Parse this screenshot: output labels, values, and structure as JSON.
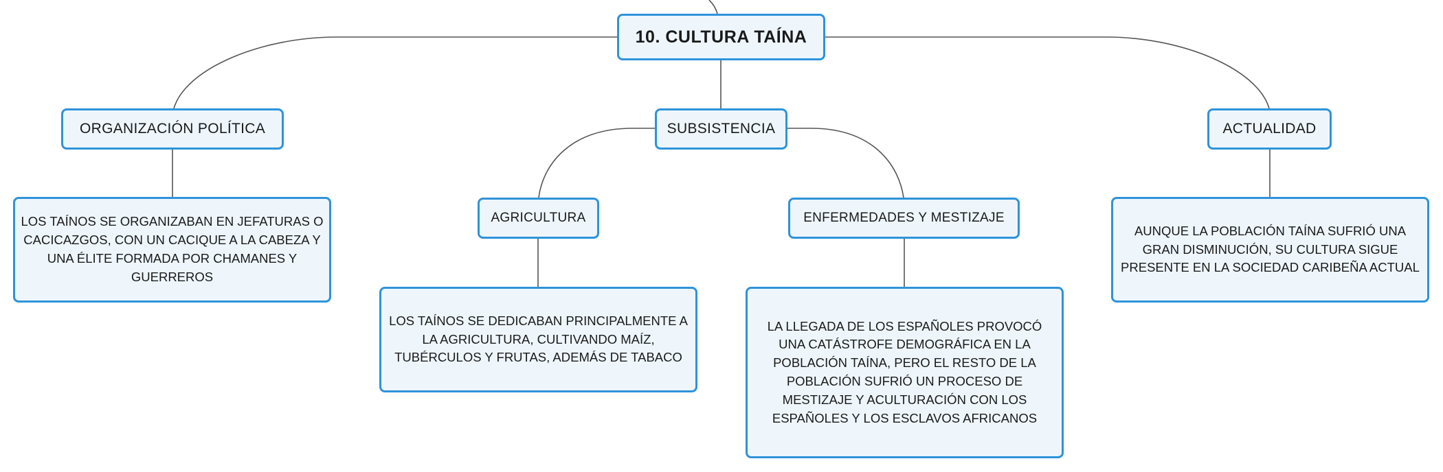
{
  "colors": {
    "node_border": "#2e93da",
    "node_fill": "#eef6fc",
    "connector": "#555555",
    "text": "#1a1a1a"
  },
  "root": {
    "label": "10. CULTURA TAÍNA"
  },
  "topics": {
    "organizacion": {
      "label": "ORGANIZACIÓN POLÍTICA",
      "description": "LOS TAÍNOS SE ORGANIZABAN EN JEFATURAS O CACICAZGOS, CON UN CACIQUE A LA CABEZA Y UNA ÉLITE FORMADA POR CHAMANES Y GUERREROS"
    },
    "subsistencia": {
      "label": "SUBSISTENCIA",
      "agricultura": {
        "label": "AGRICULTURA",
        "description": "LOS TAÍNOS SE DEDICABAN PRINCIPALMENTE A LA AGRICULTURA, CULTIVANDO MAÍZ, TUBÉRCULOS Y FRUTAS, ADEMÁS DE TABACO"
      },
      "enfermedades": {
        "label": "ENFERMEDADES Y MESTIZAJE",
        "description": "LA LLEGADA DE LOS ESPAÑOLES PROVOCÓ UNA CATÁSTROFE DEMOGRÁFICA EN LA POBLACIÓN TAÍNA, PERO EL RESTO DE LA POBLACIÓN SUFRIÓ UN PROCESO DE MESTIZAJE Y ACULTURACIÓN CON LOS ESPAÑOLES Y LOS ESCLAVOS AFRICANOS"
      }
    },
    "actualidad": {
      "label": "ACTUALIDAD",
      "description": "AUNQUE LA POBLACIÓN TAÍNA SUFRIÓ UNA GRAN DISMINUCIÓN, SU CULTURA SIGUE PRESENTE EN LA SOCIEDAD CARIBEÑA ACTUAL"
    }
  }
}
